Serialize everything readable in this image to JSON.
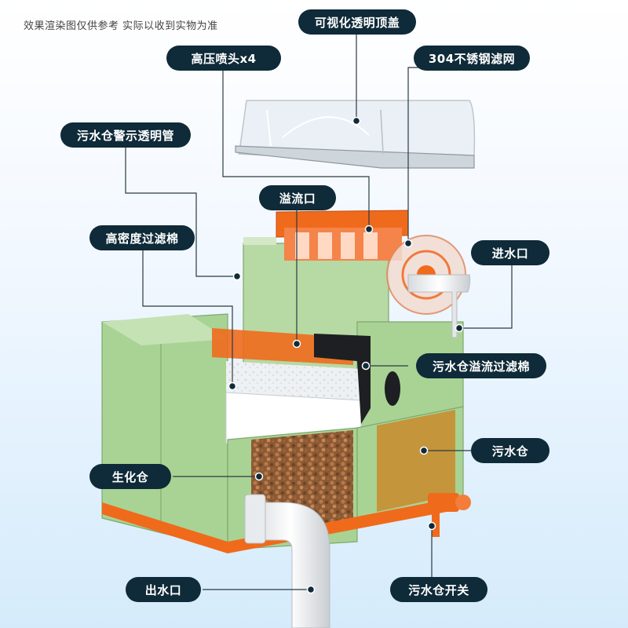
{
  "disclaimer": "效果渲染图仅供参考  实际以收到实物为准",
  "labels": {
    "top_cover": "可视化透明顶盖",
    "spray_heads": "高压喷头x4",
    "steel_mesh": "304不锈钢滤网",
    "warning_tube": "污水仓警示透明管",
    "overflow_port": "溢流口",
    "filter_cotton": "高密度过滤棉",
    "water_inlet": "进水口",
    "overflow_cotton": "污水仓溢流过滤棉",
    "sewage_tank": "污水仓",
    "bio_chamber": "生化仓",
    "water_outlet": "出水口",
    "sewage_switch": "污水仓开关"
  },
  "colors": {
    "label_bg": "#0f2a38",
    "body_green": "#a9d394",
    "accent_orange": "#f06a1c",
    "sewage_amber": "#c98a2c"
  }
}
